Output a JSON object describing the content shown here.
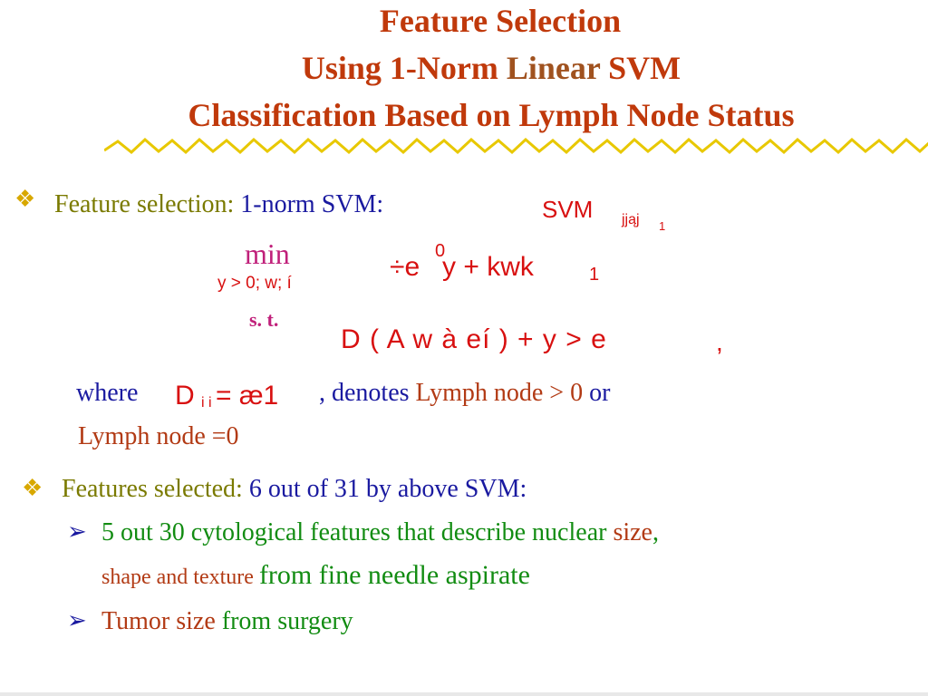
{
  "title": {
    "line1": "Feature Selection",
    "line2_a": "Using 1-Norm ",
    "line2_b": "Linear",
    "line2_c": " SVM",
    "line3": "Classification Based on Lymph Node Status"
  },
  "bullet1": {
    "label": "Feature selection: ",
    "norm": "1-norm",
    "svm": " SVM:",
    "math_svm": "SVM",
    "math_sub": "jjąj",
    "math_sub1": "1"
  },
  "formula": {
    "min": "min",
    "min_sub": "y > 0; w; í",
    "st": "s. t.",
    "obj_a": "÷e",
    "obj_prime": "0",
    "obj_b": "y +  kwk",
    "obj_sub": "1",
    "constraint": "D ( A w à  eí ) +  y >  e",
    "comma": ","
  },
  "where": {
    "word": "where ",
    "math": "D",
    "math_sub": "i i",
    "math_rest": " =  æ1",
    "denotes": ", denotes ",
    "lymph1": "Lymph node > 0",
    "or": " or",
    "lymph2": "Lymph node =0"
  },
  "bullet2": {
    "label": "Features selected: ",
    "count": "6 out of 31",
    "by": " by  above ",
    "svm": "SVM:"
  },
  "sub1": {
    "a": "5 out 30 cytological features that describe nuclear ",
    "b": "size",
    "c": ",",
    "d": "shape and texture ",
    "e": "from fine needle aspirate"
  },
  "sub2": {
    "a": "Tumor size ",
    "b": "from surgery"
  },
  "colors": {
    "title": "#c0390b",
    "accent_brown": "#a0521f",
    "zigzag": "#e8c800",
    "diamond_bullet": "#d8a800",
    "olive": "#7a7a00",
    "blue": "#1a1aa0",
    "red": "#b23a14",
    "green": "#128c12",
    "magenta": "#c0207a",
    "math_red": "#d81010"
  },
  "icons": {
    "bullet1": "four-diamond-bullet-icon",
    "bullet2": "four-diamond-bullet-icon",
    "sub_bullet": "arrowhead-bullet-icon"
  }
}
